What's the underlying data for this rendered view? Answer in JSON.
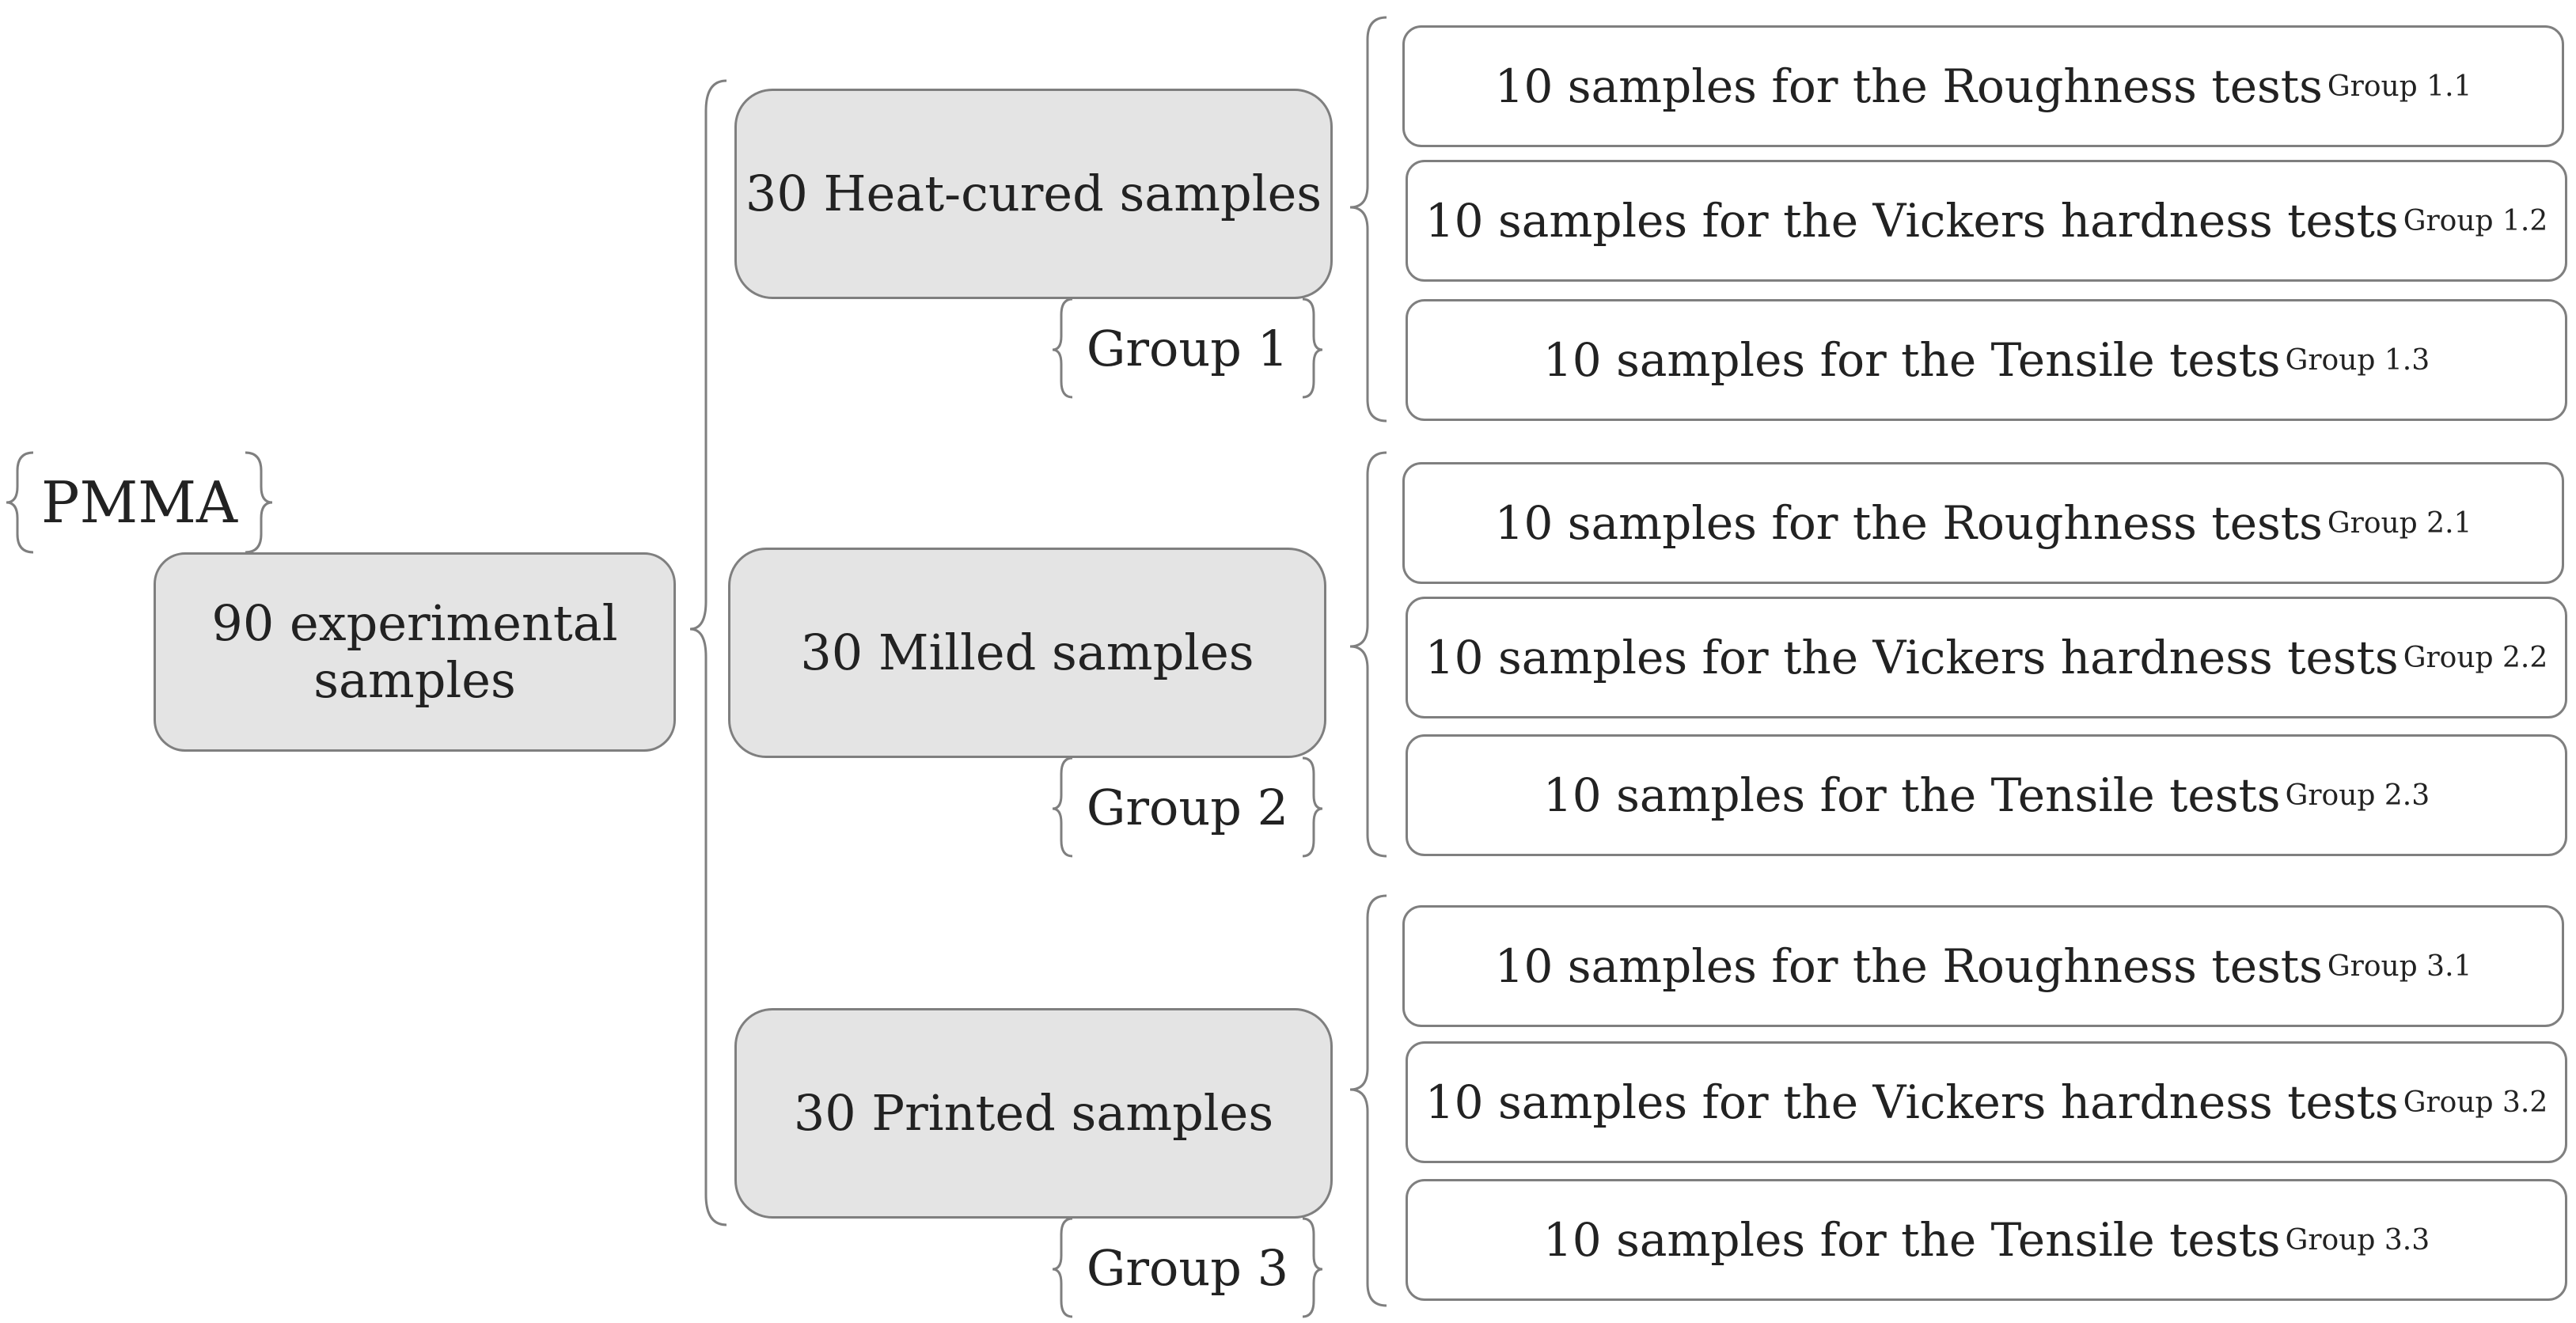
{
  "material_label": "PMMA",
  "root": {
    "line1": "90 experimental",
    "line2": "samples"
  },
  "groups": [
    {
      "title": "30 Heat-cured samples",
      "label": "Group 1",
      "tests": [
        {
          "text": "10 samples for the Roughness tests",
          "sup": "Group 1.1"
        },
        {
          "text": "10 samples for the Vickers hardness tests",
          "sup": "Group 1.2"
        },
        {
          "text": "10 samples for the Tensile tests",
          "sup": "Group 1.3"
        }
      ]
    },
    {
      "title": "30 Milled samples",
      "label": "Group 2",
      "tests": [
        {
          "text": "10 samples for the Roughness tests",
          "sup": "Group 2.1"
        },
        {
          "text": "10 samples for the Vickers hardness tests",
          "sup": "Group 2.2"
        },
        {
          "text": "10 samples for the Tensile tests",
          "sup": "Group 2.3"
        }
      ]
    },
    {
      "title": "30 Printed samples",
      "label": "Group 3",
      "tests": [
        {
          "text": "10 samples for the Roughness tests",
          "sup": "Group 3.1"
        },
        {
          "text": "10 samples for the Vickers hardness tests",
          "sup": "Group 3.2"
        },
        {
          "text": "10 samples for the Tensile tests",
          "sup": "Group 3.3"
        }
      ]
    }
  ]
}
